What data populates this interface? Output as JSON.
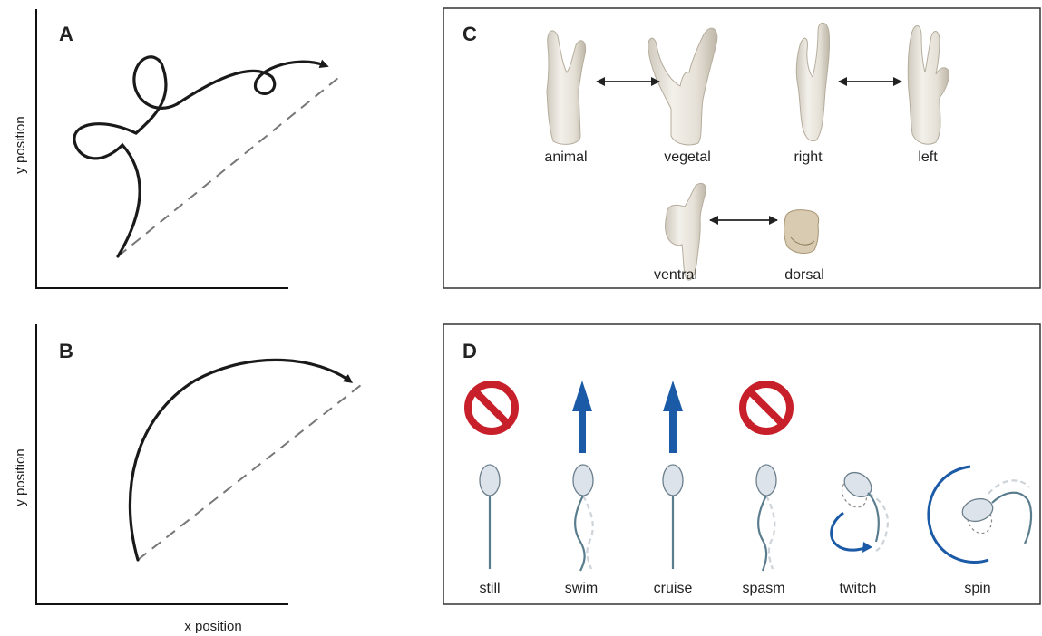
{
  "panels": {
    "A": {
      "letter": "A",
      "ylabel": "y position"
    },
    "B": {
      "letter": "B",
      "ylabel": "y position",
      "xlabel": "x position"
    },
    "C": {
      "letter": "C",
      "pairs": [
        {
          "left": "animal",
          "right": "vegetal"
        },
        {
          "left": "right",
          "right": "left"
        },
        {
          "left": "ventral",
          "right": "dorsal"
        }
      ]
    },
    "D": {
      "letter": "D",
      "behaviors": [
        "still",
        "swim",
        "cruise",
        "spasm",
        "twitch",
        "spin"
      ]
    }
  },
  "colors": {
    "prohibited": "#c8202a",
    "arrow_blue": "#1b5aa6",
    "sperm_head": "#dde3ea",
    "tail": "#5a7d8e",
    "trajectory": "#1a1a1a",
    "dashed": "#777777",
    "box_border": "#333333"
  }
}
